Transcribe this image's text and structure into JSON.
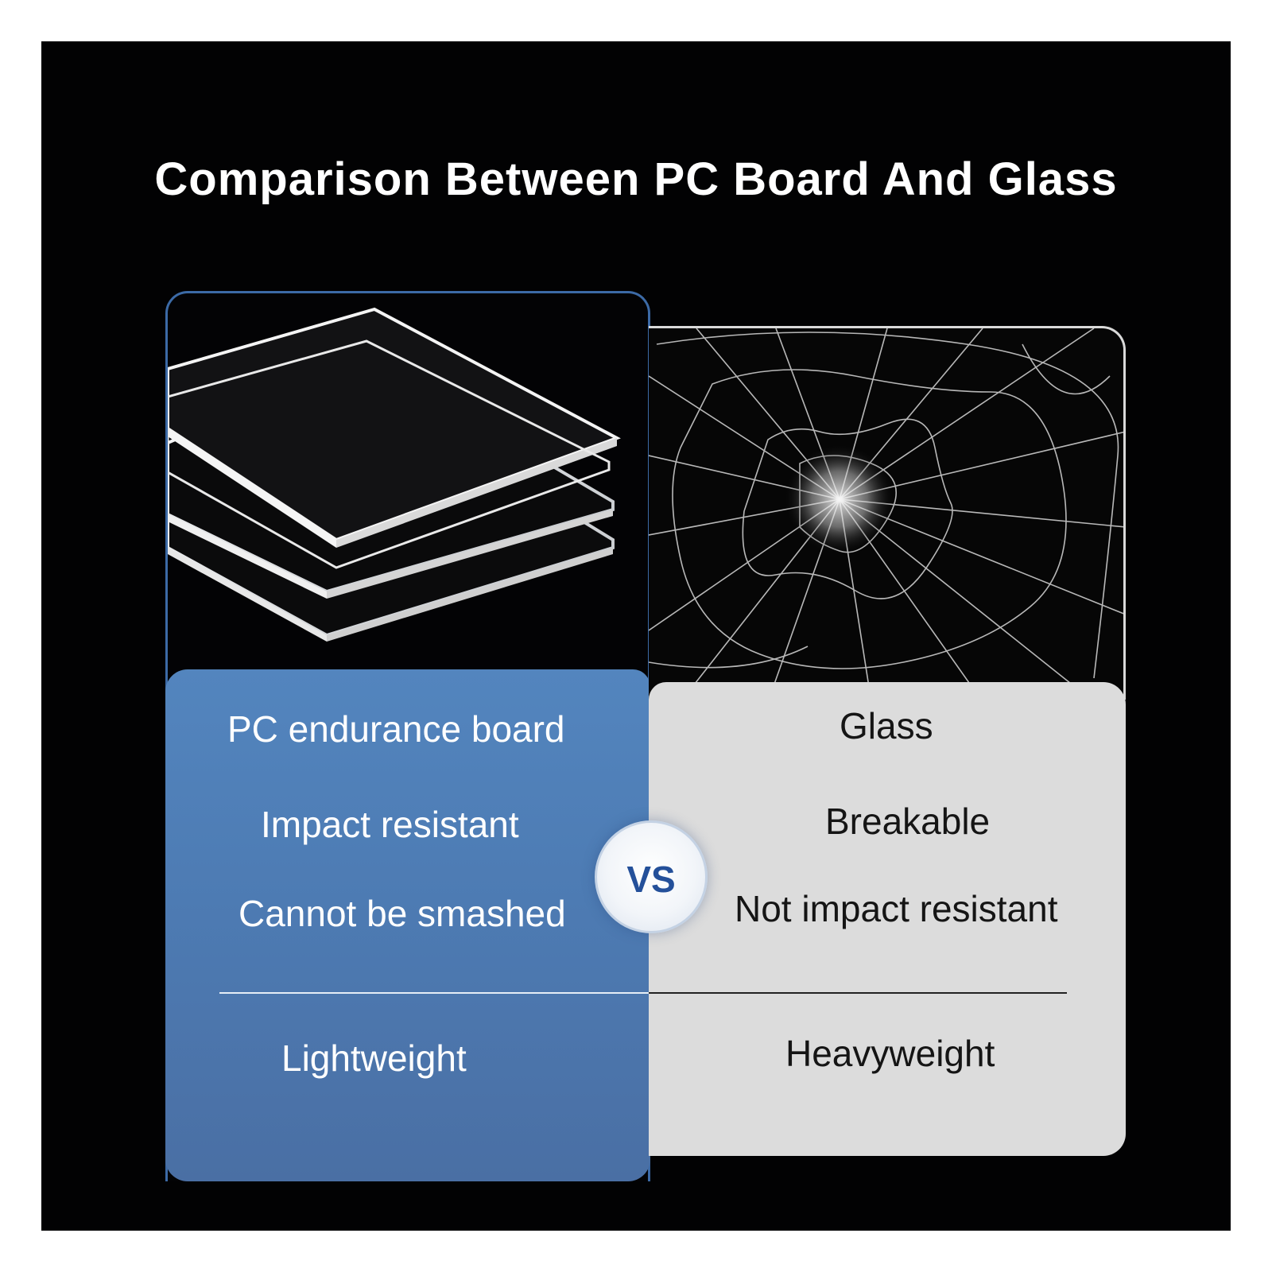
{
  "title": "Comparison Between PC Board And Glass",
  "pc": {
    "name": "PC endurance board",
    "features": [
      "Impact resistant",
      "Cannot be smashed"
    ],
    "weight": "Lightweight"
  },
  "glass": {
    "name": "Glass",
    "features": [
      "Breakable",
      "Not impact resistant"
    ],
    "weight": "Heavyweight"
  },
  "vs_label": "VS",
  "colors": {
    "background": "#020203",
    "pc_panel": "#4d7bb3",
    "glass_panel": "#dcdcdc",
    "vs_text": "#24509a"
  }
}
